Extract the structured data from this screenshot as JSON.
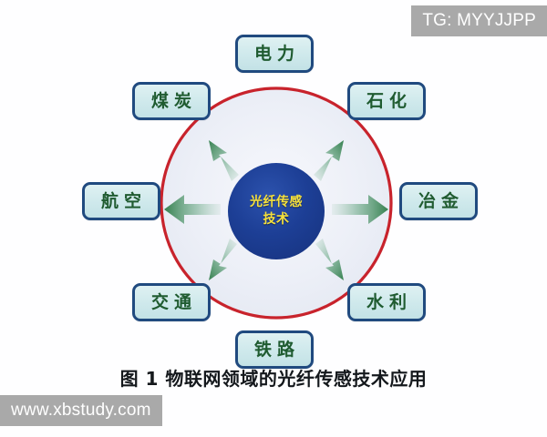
{
  "figure": {
    "caption": "图 1 物联网领域的光纤传感技术应用",
    "center": {
      "line1": "光纤传感",
      "line2": "技术",
      "full_text": "光纤传感技术",
      "fill_color": "#1d3f96",
      "text_color": "#f5e03c"
    },
    "ring": {
      "color": "#c8232c",
      "fill_color": "#eef1f8"
    },
    "arrow_color": "#3f8c5e",
    "node_border_color": "#204a7f",
    "node_fill_color": "#cfe9ec",
    "node_text_color": "#1f5b30",
    "nodes": [
      {
        "label": "电力",
        "position": "top"
      },
      {
        "label": "石化",
        "position": "top-right"
      },
      {
        "label": "冶金",
        "position": "right"
      },
      {
        "label": "水利",
        "position": "bottom-right"
      },
      {
        "label": "铁路",
        "position": "bottom"
      },
      {
        "label": "交通",
        "position": "bottom-left"
      },
      {
        "label": "航空",
        "position": "left"
      },
      {
        "label": "煤炭",
        "position": "top-left"
      }
    ]
  },
  "watermarks": {
    "top_right": "TG: MYYJJPP",
    "bottom_left": "www.xbstudy.com",
    "background_color": "#a9a9a9",
    "text_color": "#ffffff"
  }
}
